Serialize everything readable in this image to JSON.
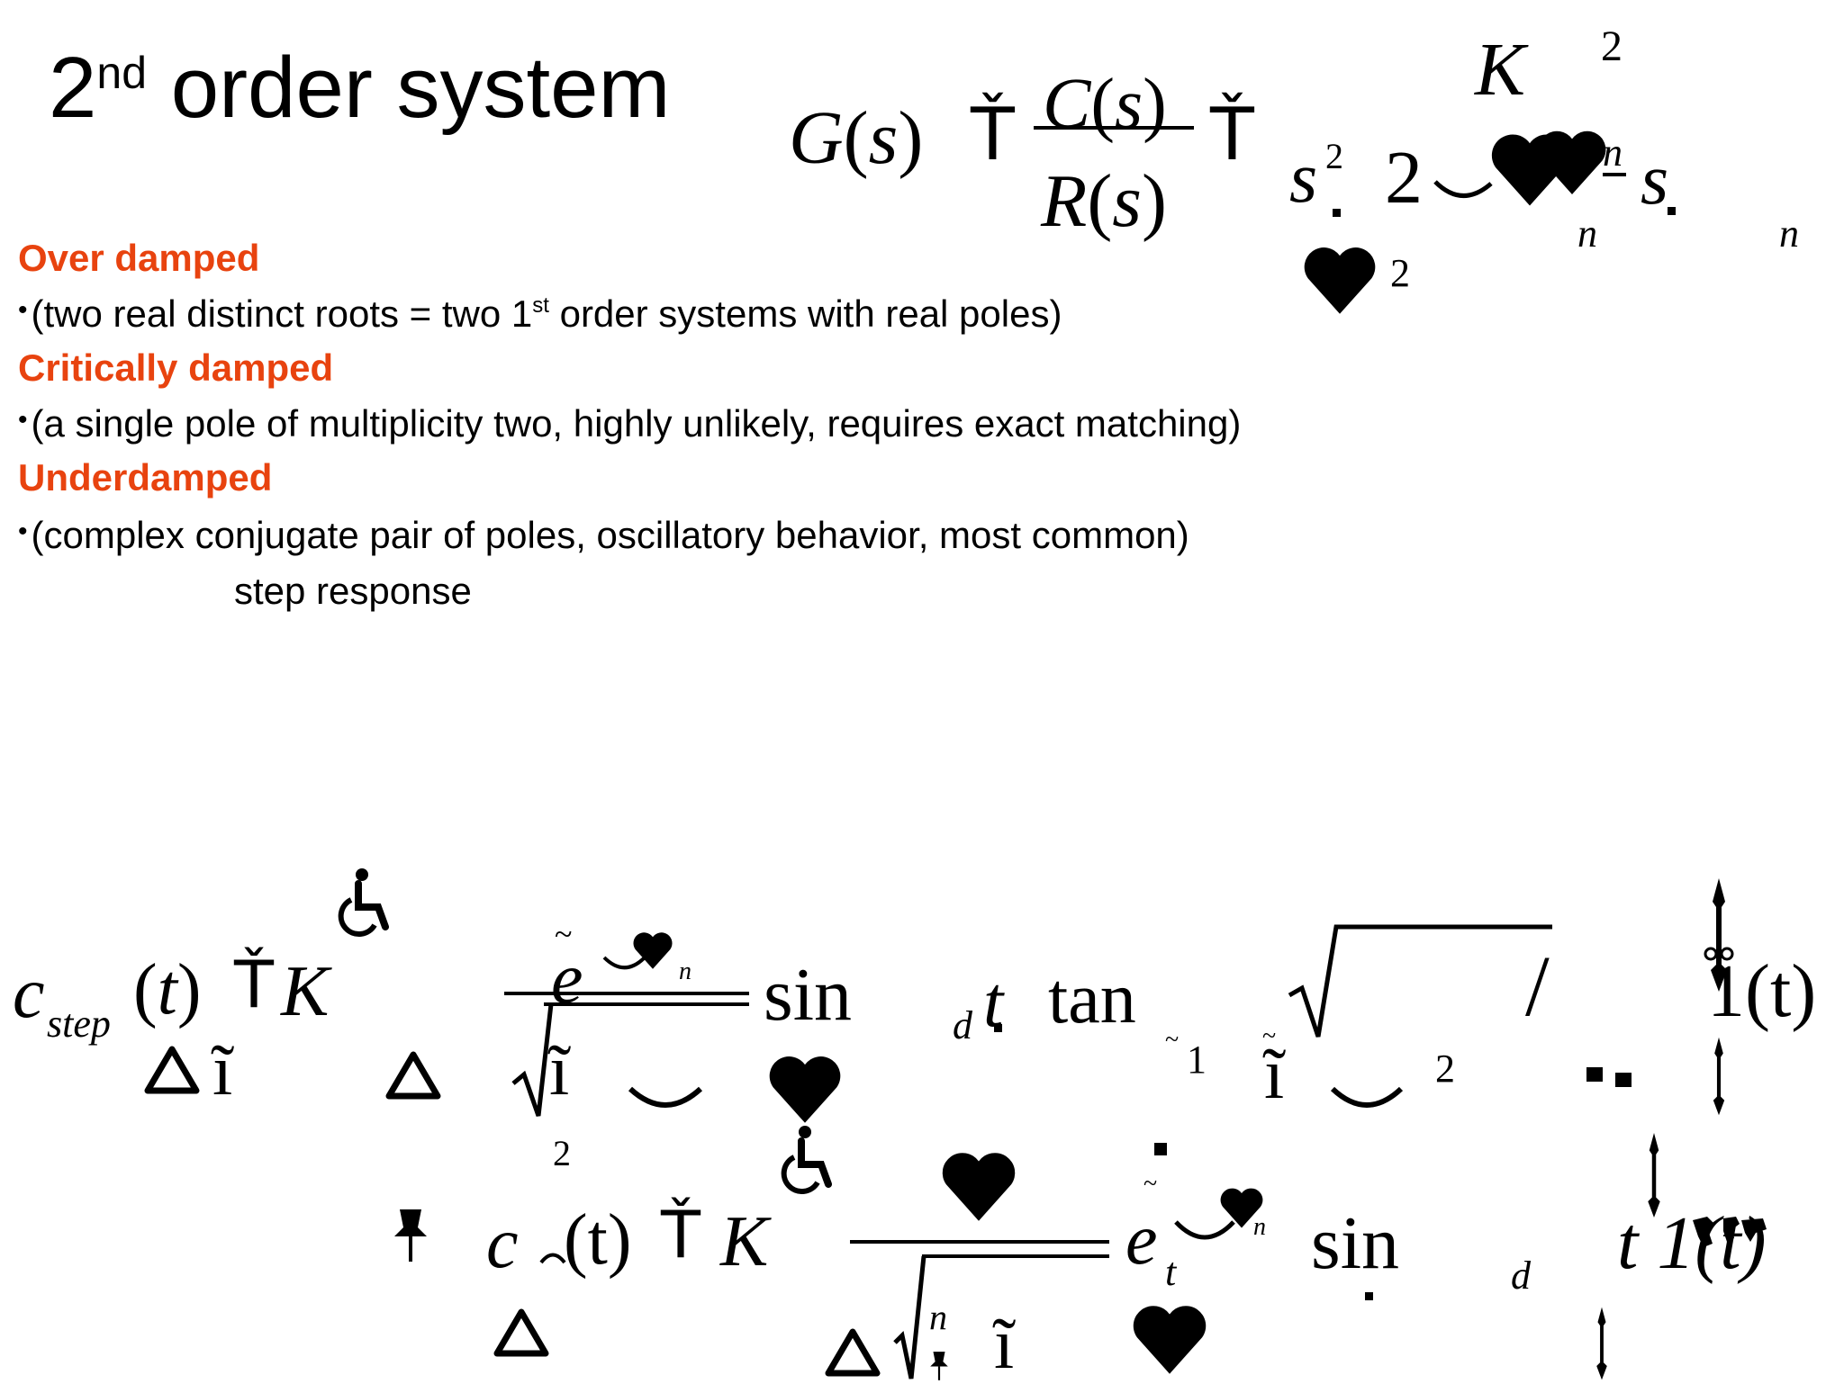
{
  "title": {
    "main": "2",
    "sup": "nd",
    "rest": " order system"
  },
  "sections": [
    {
      "heading": "Over damped",
      "bullet": {
        "pre": "(two real distinct roots = two 1",
        "sup": "st",
        "post": " order systems with real poles)"
      }
    },
    {
      "heading": "Critically damped",
      "bullet": {
        "text": "(a single pole of multiplicity two, highly unlikely, requires exact matching)"
      }
    },
    {
      "heading": "Underdamped",
      "bullet": {
        "text": "(complex conjugate pair of poles, oscillatory behavior, most common)"
      }
    }
  ],
  "step_response_label": "step response",
  "bullet_glyph": "•",
  "colors": {
    "heading": "#e8430f",
    "text": "#000000"
  },
  "formula_top": {
    "G": "G",
    "lp": "(",
    "s": "s",
    "rp": ")",
    "eq": "Ť",
    "C": "C",
    "R": "R",
    "K": "K",
    "two": "2",
    "s2": "s",
    "n": "n",
    "dot": "."
  },
  "formula_step": {
    "c": "c",
    "step": "step",
    "t": "t",
    "K": "K",
    "tilde1": "ĩ",
    "e": "e",
    "n": "n",
    "sin": "sin",
    "d": "d",
    "tan": "tan",
    "one": "1",
    "two": "2",
    "slash": "/",
    "one_t": "1(t)"
  },
  "formula_bottom": {
    "c": "c",
    "t": "(t)",
    "eq": "Ť",
    "K": "K",
    "e": "e",
    "n": "n",
    "sin": "sin",
    "d": "d",
    "tilde1": "ĩ",
    "one_t": "t 1(t)"
  },
  "icons": [
    "heart-icon",
    "wheelchair-icon",
    "triangle-icon",
    "pushpin-icon",
    "pen-nib-icon",
    "world-map-icon",
    "square-icon"
  ]
}
